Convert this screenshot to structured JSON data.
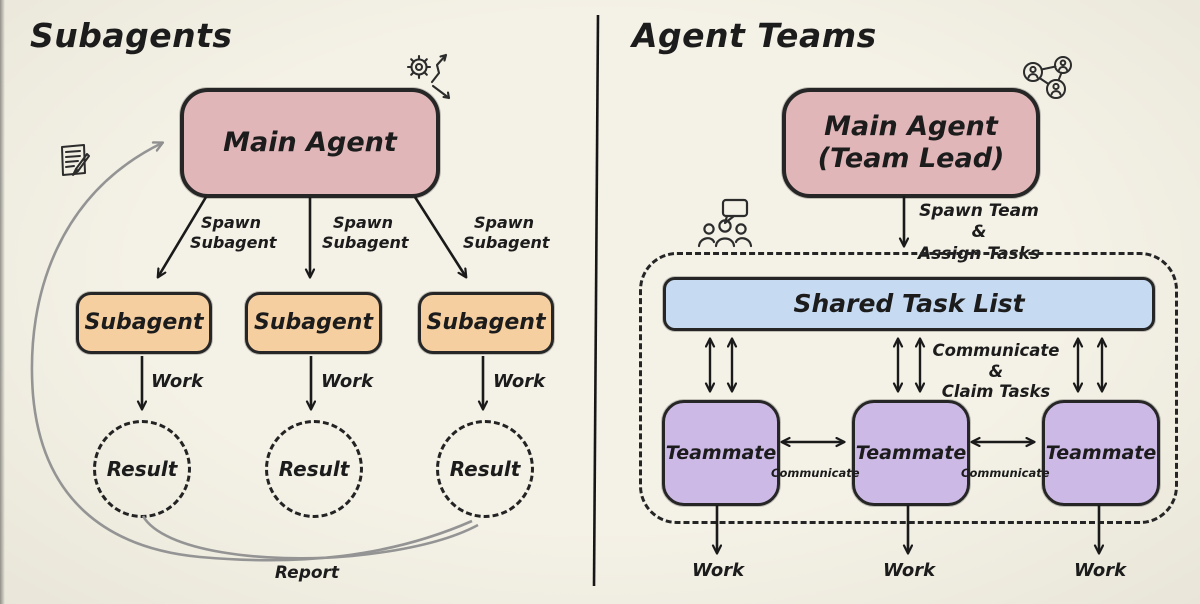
{
  "colors": {
    "background": "#f4f1e6",
    "background_edge": "#e9e6d9",
    "ink": "#1c1c1c",
    "main_agent_fill": "#e0b6b8",
    "subagent_fill": "#f6cfa0",
    "task_list_fill": "#c6daf2",
    "teammate_fill": "#cdb9e6",
    "report_arrow": "#949494"
  },
  "icons": {
    "spawn_tools": "gear-spawn-icon",
    "report_note": "memo-pencil-icon",
    "agent_network": "agent-network-icon",
    "team_chat": "team-chat-icon"
  },
  "left_panel": {
    "title": "Subagents",
    "main_agent_label": "Main Agent",
    "report_label": "Report",
    "columns": [
      {
        "spawn_line1": "Spawn",
        "spawn_line2": "Subagent",
        "box_label": "Subagent",
        "work_label": "Work",
        "result_label": "Result"
      },
      {
        "spawn_line1": "Spawn",
        "spawn_line2": "Subagent",
        "box_label": "Subagent",
        "work_label": "Work",
        "result_label": "Result"
      },
      {
        "spawn_line1": "Spawn",
        "spawn_line2": "Subagent",
        "box_label": "Subagent",
        "work_label": "Work",
        "result_label": "Result"
      }
    ]
  },
  "right_panel": {
    "title": "Agent Teams",
    "main_agent_line1": "Main Agent",
    "main_agent_line2": "(Team Lead)",
    "spawn_line1": "Spawn Team &",
    "spawn_line2": "Assign Tasks",
    "task_list_label": "Shared Task List",
    "claim_line1": "Communicate &",
    "claim_line2": "Claim Tasks",
    "communicate_labels": [
      "Communicate",
      "Communicate"
    ],
    "teammates": [
      {
        "box_label": "Teammate",
        "work_label": "Work"
      },
      {
        "box_label": "Teammate",
        "work_label": "Work"
      },
      {
        "box_label": "Teammate",
        "work_label": "Work"
      }
    ]
  }
}
